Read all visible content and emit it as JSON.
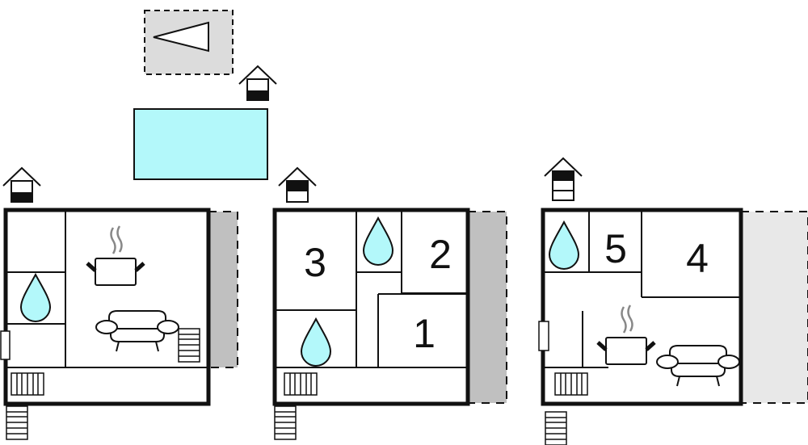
{
  "colors": {
    "water": "#b3f8fa",
    "pool": "#b3f8fa",
    "terrace": "#c0c0c0",
    "terrace_light": "#e8e8e8",
    "compass_bg": "#dcdcdc",
    "steam": "#888888"
  },
  "plans": [
    {
      "name": "floor-a",
      "room_labels": []
    },
    {
      "name": "floor-b",
      "room_labels": [
        "3",
        "2",
        "1"
      ]
    },
    {
      "name": "floor-c",
      "room_labels": [
        "5",
        "4"
      ]
    }
  ]
}
